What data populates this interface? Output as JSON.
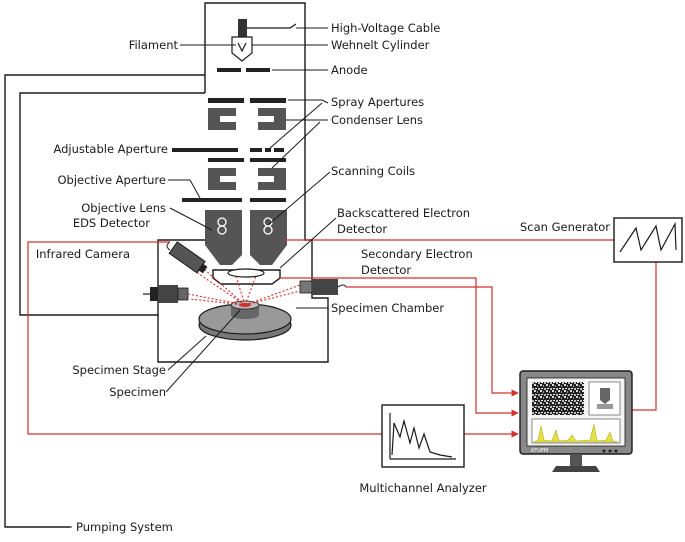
{
  "colors": {
    "signal": "#d0312d",
    "line": "#1a1a1a",
    "part_fill": "#555555",
    "stage_fill": "#777777",
    "peak_fill": "#e4e04a"
  },
  "labels": {
    "high_voltage_cable": "High-Voltage Cable",
    "filament": "Filament",
    "wehnelt_cylinder": "Wehnelt Cylinder",
    "anode": "Anode",
    "spray_apertures": "Spray Apertures",
    "condenser_lens": "Condenser Lens",
    "adjustable_aperture": "Adjustable Aperture",
    "scanning_coils": "Scanning Coils",
    "objective_aperture": "Objective Aperture",
    "objective_lens": "Objective Lens",
    "eds_detector": "EDS Detector",
    "backscattered_electron_detector_1": "Backscattered Electron",
    "backscattered_electron_detector_2": "Detector",
    "scan_generator": "Scan Generator",
    "infrared_camera": "Infrared Camera",
    "secondary_electron_detector_1": "Secondary Electron",
    "secondary_electron_detector_2": "Detector",
    "specimen_chamber": "Specimen Chamber",
    "specimen_stage": "Specimen Stage",
    "specimen": "Specimen",
    "multichannel_analyzer": "Multichannel Analyzer",
    "pumping_system": "Pumping System",
    "monitor_brand": "KFUPM"
  }
}
